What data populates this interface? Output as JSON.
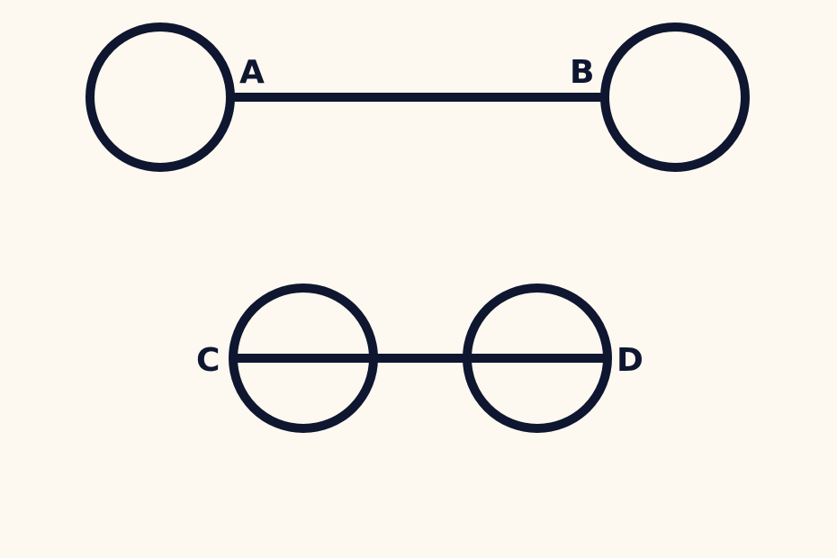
{
  "figure": {
    "labels": {
      "a": "A",
      "b": "B",
      "c": "C",
      "d": "D"
    },
    "stroke_color": "#0e1630",
    "background_color": "#fdf8f0"
  }
}
